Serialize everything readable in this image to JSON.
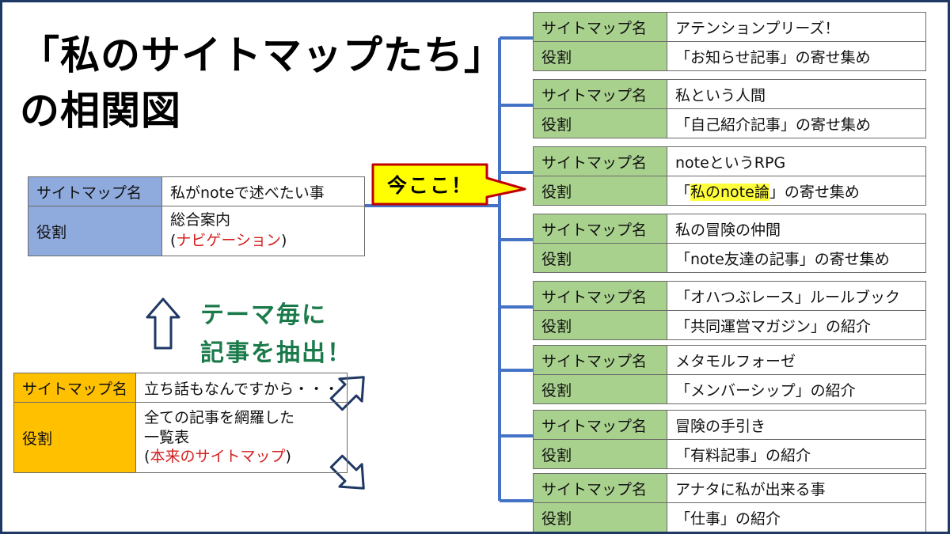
{
  "title": {
    "line1": "「私のサイトマップたち」",
    "line2": "の相関図"
  },
  "center": {
    "row1_label": "サイトマップ名",
    "row1_value": "私がnoteで述べたい事",
    "row2_label": "役割",
    "row2_value_line1": "総合案内",
    "row2_value_line2_open": "(",
    "row2_value_line2_red": "ナビゲーション",
    "row2_value_line2_close": ")"
  },
  "extract_text": {
    "line1": "テーマ毎に",
    "line2": "記事を抽出！"
  },
  "bottom": {
    "row1_label": "サイトマップ名",
    "row1_value": "立ち話もなんですから・・・",
    "row2_label": "役割",
    "row2_value_line1": "全ての記事を網羅した",
    "row2_value_line2": "一覧表",
    "row2_value_line3_open": "(",
    "row2_value_line3_red": "本来のサイトマップ",
    "row2_value_line3_close": ")"
  },
  "callout_label": "今ここ！",
  "colors": {
    "frame": "#1f3864",
    "connector": "#4472c4",
    "center_label": "#8faadc",
    "bottom_label": "#ffc000",
    "right_label": "#a9d18e",
    "callout_fill": "#ffff00",
    "callout_border": "#c00000",
    "red_text": "#d42020",
    "extract_text": "#1a7a4a"
  },
  "right_boxes": [
    {
      "name_label": "サイトマップ名",
      "name": "アテンションプリーズ！",
      "role_label": "役割",
      "role": "「お知らせ記事」の寄せ集め"
    },
    {
      "name_label": "サイトマップ名",
      "name": "私という人間",
      "role_label": "役割",
      "role": "「自己紹介記事」の寄せ集め"
    },
    {
      "name_label": "サイトマップ名",
      "name": "noteというRPG",
      "role_label": "役割",
      "role_open": "「",
      "role_highlight": "私のnote論",
      "role_rest": "」の寄せ集め"
    },
    {
      "name_label": "サイトマップ名",
      "name": "私の冒険の仲間",
      "role_label": "役割",
      "role": "「note友達の記事」の寄せ集め"
    },
    {
      "name_label": "サイトマップ名",
      "name": "「オハつぶレース」ルールブック",
      "role_label": "役割",
      "role": "「共同運営マガジン」の紹介"
    },
    {
      "name_label": "サイトマップ名",
      "name": "メタモルフォーゼ",
      "role_label": "役割",
      "role": "「メンバーシップ」の紹介"
    },
    {
      "name_label": "サイトマップ名",
      "name": "冒険の手引き",
      "role_label": "役割",
      "role": "「有料記事」の紹介"
    },
    {
      "name_label": "サイトマップ名",
      "name": "アナタに私が出来る事",
      "role_label": "役割",
      "role": "「仕事」の紹介"
    }
  ]
}
